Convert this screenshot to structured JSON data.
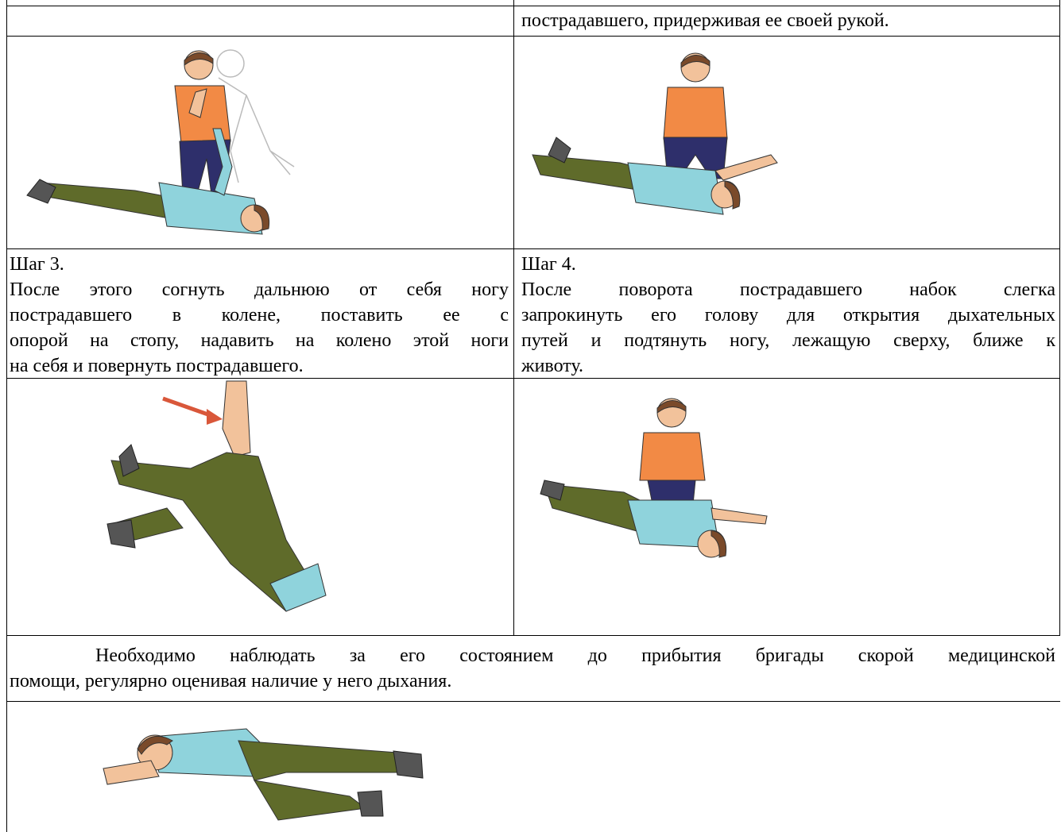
{
  "page": {
    "top_right_fragment": "пострадавшего, придерживая ее своей рукой.",
    "step3": {
      "title": "Шаг 3.",
      "lines": [
        "После этого согнуть дальнюю от себя ногу",
        "пострадавшего в колене, поставить ее с",
        "опорой на стопу, надавить на колено этой ноги",
        "на себя  и повернуть пострадавшего."
      ]
    },
    "step4": {
      "title": "Шаг 4.",
      "lines": [
        "После поворота пострадавшего набок слегка",
        "запрокинуть его голову для открытия дыхательных",
        "путей и подтянуть ногу, лежащую сверху, ближе к",
        "животу."
      ]
    },
    "observation": {
      "line1": "Необходимо наблюдать за его состоянием до прибытия бригады скорой медицинской",
      "line2": "помощи, регулярно оценивая наличие у него дыхания."
    }
  },
  "colors": {
    "rescuer_shirt": "#f28a45",
    "rescuer_pants": "#2e2f6b",
    "victim_shirt": "#8fd3dc",
    "victim_pants": "#5f6b2a",
    "skin": "#f2c29b",
    "hair": "#7a4a2a",
    "arrow": "#d9573a"
  },
  "illustrations": [
    {
      "name": "step1-illustration",
      "icon": "rescuer-extends-arm-illustration"
    },
    {
      "name": "step2-illustration",
      "icon": "rescuer-places-hand-under-cheek-illustration"
    },
    {
      "name": "step3-illustration",
      "icon": "bent-knee-push-illustration"
    },
    {
      "name": "step4-illustration",
      "icon": "victim-turned-on-side-illustration"
    },
    {
      "name": "recovery-position-illustration",
      "icon": "recovery-position-illustration"
    }
  ]
}
